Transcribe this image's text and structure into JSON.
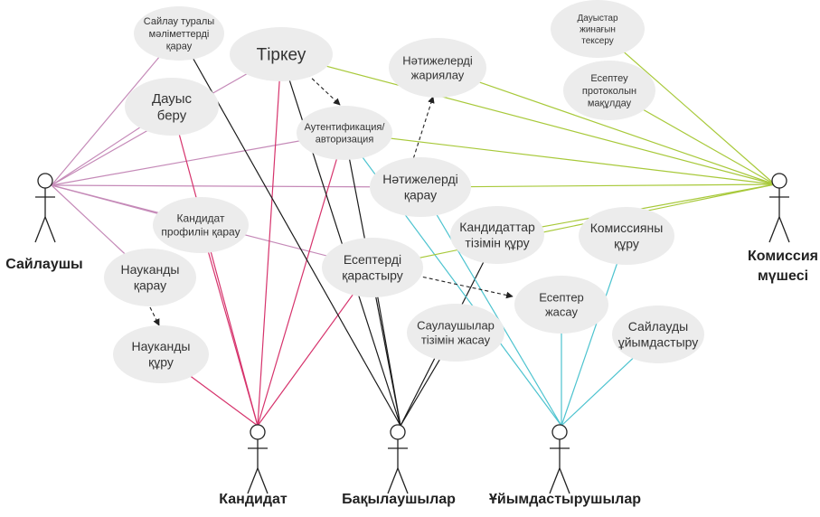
{
  "colors": {
    "voter": "#c58ab8",
    "candidate": "#d6336c",
    "observer": "#1a1a1a",
    "organizer": "#4cc3cf",
    "commission": "#a8c93a",
    "include": "#222222",
    "ellipse_fill": "#ececec"
  },
  "actors": {
    "voter": "Сайлаушы",
    "candidate": "Кандидат",
    "observer": "Бақылаушылар",
    "organizer": "Ұйымдастырушылар",
    "commission_line1": "Комиссия",
    "commission_line2": "мүшесі"
  },
  "use_cases": {
    "election_info": [
      "Сайлау туралы",
      "мәліметтерді",
      "қарау"
    ],
    "register": [
      "Тіркеу"
    ],
    "vote": [
      "Дауыс",
      "беру"
    ],
    "auth": [
      "Аутентификация/",
      "авторизация"
    ],
    "publish_results": [
      "Нәтижелерді",
      "жариялау"
    ],
    "count_votes": [
      "Дауыстар",
      "жинағын",
      "тексеру"
    ],
    "approve_protocol": [
      "Есептеу",
      "протоколын",
      "мақұлдау"
    ],
    "view_results": [
      "Нәтижелерді",
      "қарау"
    ],
    "candidate_profile": [
      "Кандидат",
      "профилін қарау"
    ],
    "candidate_list": [
      "Кандидаттар",
      "тізімін құру"
    ],
    "create_commission": [
      "Комиссияны",
      "құру"
    ],
    "view_campaign": [
      "Науканды",
      "қарау"
    ],
    "view_reports": [
      "Есептерді",
      "қарастыру"
    ],
    "make_reports": [
      "Есептер",
      "жасау"
    ],
    "voter_list": [
      "Саулаушылар",
      "тізімін жасау"
    ],
    "organize_election": [
      "Сайлауды",
      "ұйымдастыру"
    ],
    "create_campaign": [
      "Науканды",
      "құру"
    ]
  }
}
